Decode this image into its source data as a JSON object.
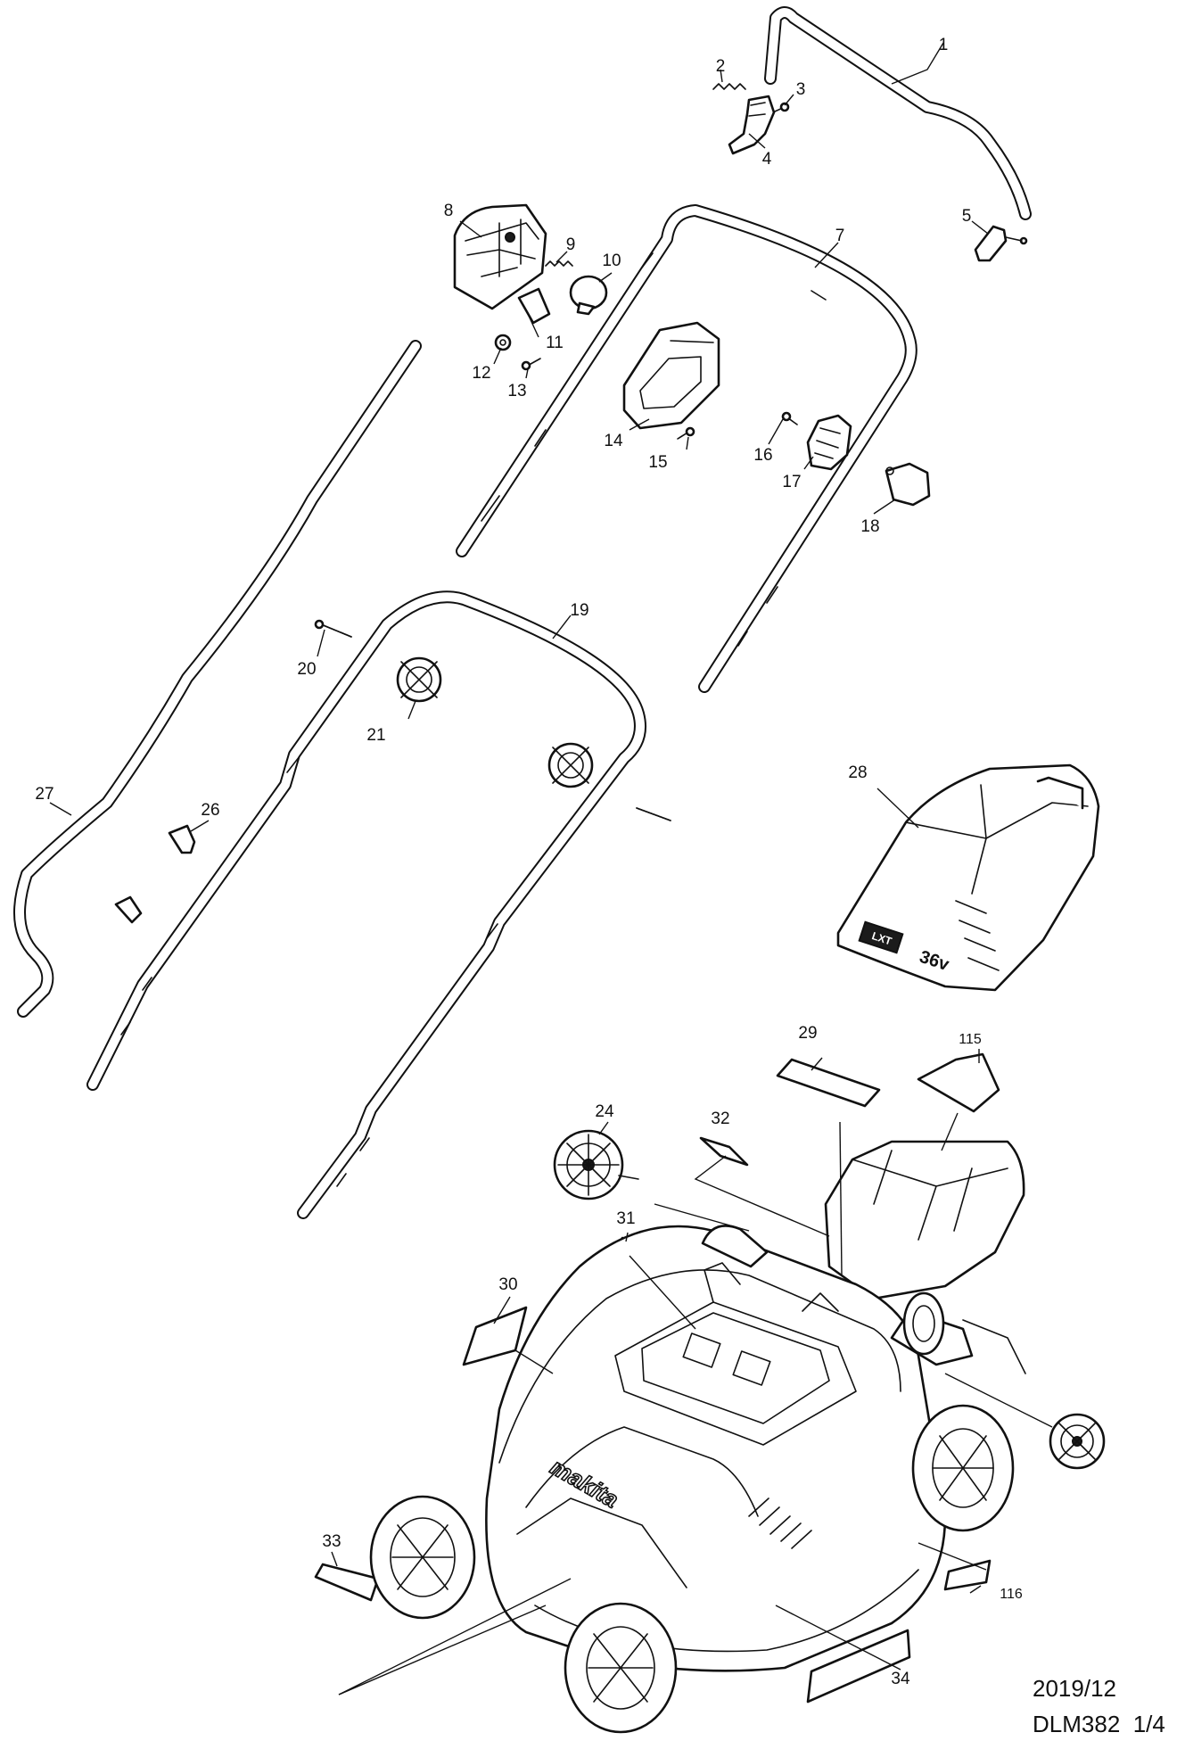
{
  "callouts": [
    {
      "id": "p1",
      "label": "1"
    },
    {
      "id": "p2",
      "label": "2"
    },
    {
      "id": "p3",
      "label": "3"
    },
    {
      "id": "p4",
      "label": "4"
    },
    {
      "id": "p5",
      "label": "5"
    },
    {
      "id": "p7",
      "label": "7"
    },
    {
      "id": "p8",
      "label": "8"
    },
    {
      "id": "p9",
      "label": "9"
    },
    {
      "id": "p10",
      "label": "10"
    },
    {
      "id": "p11",
      "label": "11"
    },
    {
      "id": "p12",
      "label": "12"
    },
    {
      "id": "p13",
      "label": "13"
    },
    {
      "id": "p14",
      "label": "14"
    },
    {
      "id": "p15",
      "label": "15"
    },
    {
      "id": "p16",
      "label": "16"
    },
    {
      "id": "p17",
      "label": "17"
    },
    {
      "id": "p18",
      "label": "18"
    },
    {
      "id": "p19",
      "label": "19"
    },
    {
      "id": "p20",
      "label": "20"
    },
    {
      "id": "p21",
      "label": "21"
    },
    {
      "id": "p24",
      "label": "24"
    },
    {
      "id": "p26",
      "label": "26"
    },
    {
      "id": "p27",
      "label": "27"
    },
    {
      "id": "p28",
      "label": "28"
    },
    {
      "id": "p29",
      "label": "29"
    },
    {
      "id": "p30",
      "label": "30"
    },
    {
      "id": "p31",
      "label": "31"
    },
    {
      "id": "p32",
      "label": "32"
    },
    {
      "id": "p33",
      "label": "33"
    },
    {
      "id": "p34",
      "label": "34"
    },
    {
      "id": "p115",
      "label": "115"
    },
    {
      "id": "p116",
      "label": "116"
    }
  ],
  "footer": {
    "date": "2019/12",
    "model_page": "DLM382  1/4"
  },
  "battery_cover_marking": {
    "lxt": "LXT",
    "voltage": "36v"
  },
  "deck_logo": "makita"
}
